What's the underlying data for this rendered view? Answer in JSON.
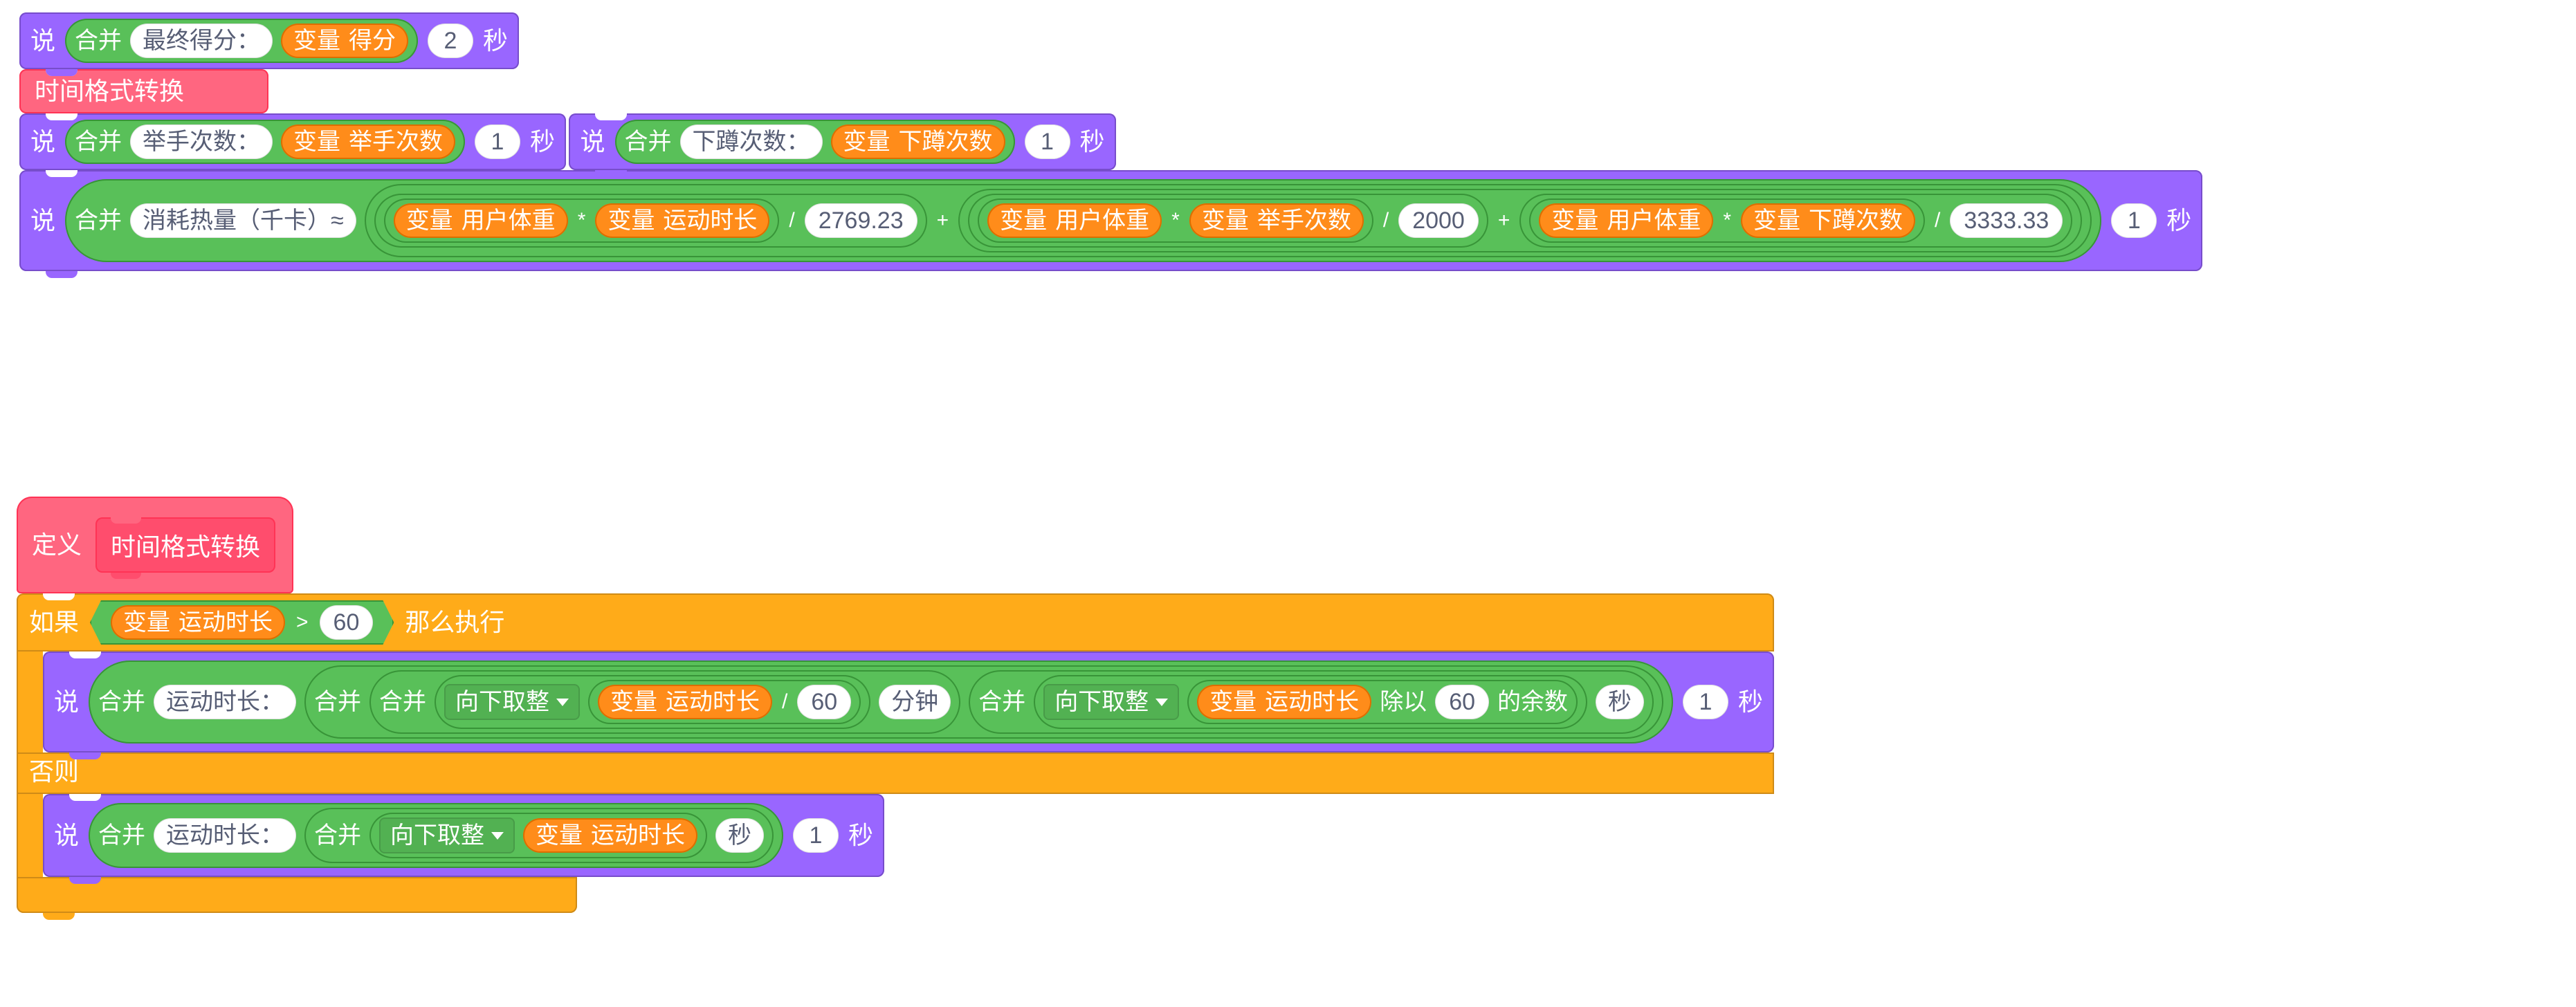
{
  "palette": {
    "looks_purple": "#9966FF",
    "operator_green": "#59C059",
    "variable_orange": "#FF8C1A",
    "control_orange": "#FFAB19",
    "myblocks_pink": "#FF6680",
    "field_text": "#575E75",
    "canvas_background": "#FFFFFF"
  },
  "labels": {
    "say": "说",
    "seconds": "秒",
    "join": "合并",
    "variable": "变量",
    "if": "如果",
    "then": "那么执行",
    "else": "否则",
    "define": "定义",
    "mod_prefix": "除以",
    "mod_suffix": "的余数",
    "floor_option": "向下取整",
    "caret": "▾",
    "multiply": "*",
    "divide": "/",
    "plus": "+",
    "greater_than": ">"
  },
  "script_main": {
    "blocks": [
      {
        "id": "say-final-score",
        "opcode": "say-for-secs",
        "say_label": "说",
        "join_label": "合并",
        "text_field": "最终得分：",
        "variable_prefix": "变量",
        "variable_name": "得分",
        "duration": "2",
        "secs_label": "秒"
      },
      {
        "id": "call-time-format",
        "opcode": "procedure-call",
        "procedure_name": "时间格式转换"
      },
      {
        "id": "say-raise-hand-count",
        "opcode": "say-for-secs",
        "say_label": "说",
        "join_label": "合并",
        "text_field": "举手次数：",
        "variable_prefix": "变量",
        "variable_name": "举手次数",
        "duration": "1",
        "secs_label": "秒"
      },
      {
        "id": "say-squat-count",
        "opcode": "say-for-secs",
        "say_label": "说",
        "join_label": "合并",
        "text_field": "下蹲次数：",
        "variable_prefix": "变量",
        "variable_name": "下蹲次数",
        "duration": "1",
        "secs_label": "秒"
      }
    ],
    "calorie_block": {
      "id": "say-calories",
      "say_label": "说",
      "join_label": "合并",
      "text_field": "消耗热量（千卡）≈",
      "duration": "1",
      "secs_label": "秒",
      "terms": [
        {
          "var_prefix_a": "变量",
          "var_a": "用户体重",
          "mul": "*",
          "var_prefix_b": "变量",
          "var_b": "运动时长",
          "div": "/",
          "divisor": "2769.23"
        },
        {
          "var_prefix_a": "变量",
          "var_a": "用户体重",
          "mul": "*",
          "var_prefix_b": "变量",
          "var_b": "举手次数",
          "div": "/",
          "divisor": "2000"
        },
        {
          "var_prefix_a": "变量",
          "var_a": "用户体重",
          "mul": "*",
          "var_prefix_b": "变量",
          "var_b": "下蹲次数",
          "div": "/",
          "divisor": "3333.33"
        }
      ],
      "term_separator": "+"
    }
  },
  "script_definition": {
    "define_label": "定义",
    "procedure_name": "时间格式转换",
    "if_label": "如果",
    "then_label": "那么执行",
    "else_label": "否则",
    "condition": {
      "var_prefix": "变量",
      "var_name": "运动时长",
      "operator": ">",
      "value": "60"
    },
    "if_branch": {
      "say_label": "说",
      "join_label_1": "合并",
      "text_field": "运动时长：",
      "join_label_2": "合并",
      "join_label_3": "合并",
      "floor_label_1": "向下取整",
      "var_prefix_1": "变量",
      "var_name_1": "运动时长",
      "divide": "/",
      "divisor_1": "60",
      "minutes_label": "分钟",
      "join_label_4": "合并",
      "floor_label_2": "向下取整",
      "var_prefix_2": "变量",
      "var_name_2": "运动时长",
      "mod_prefix": "除以",
      "mod_value": "60",
      "mod_suffix": "的余数",
      "seconds_unit": "秒",
      "duration": "1",
      "secs_label": "秒"
    },
    "else_branch": {
      "say_label": "说",
      "join_label_1": "合并",
      "text_field": "运动时长：",
      "join_label_2": "合并",
      "floor_label": "向下取整",
      "var_prefix": "变量",
      "var_name": "运动时长",
      "seconds_unit": "秒",
      "duration": "1",
      "secs_label": "秒"
    }
  }
}
